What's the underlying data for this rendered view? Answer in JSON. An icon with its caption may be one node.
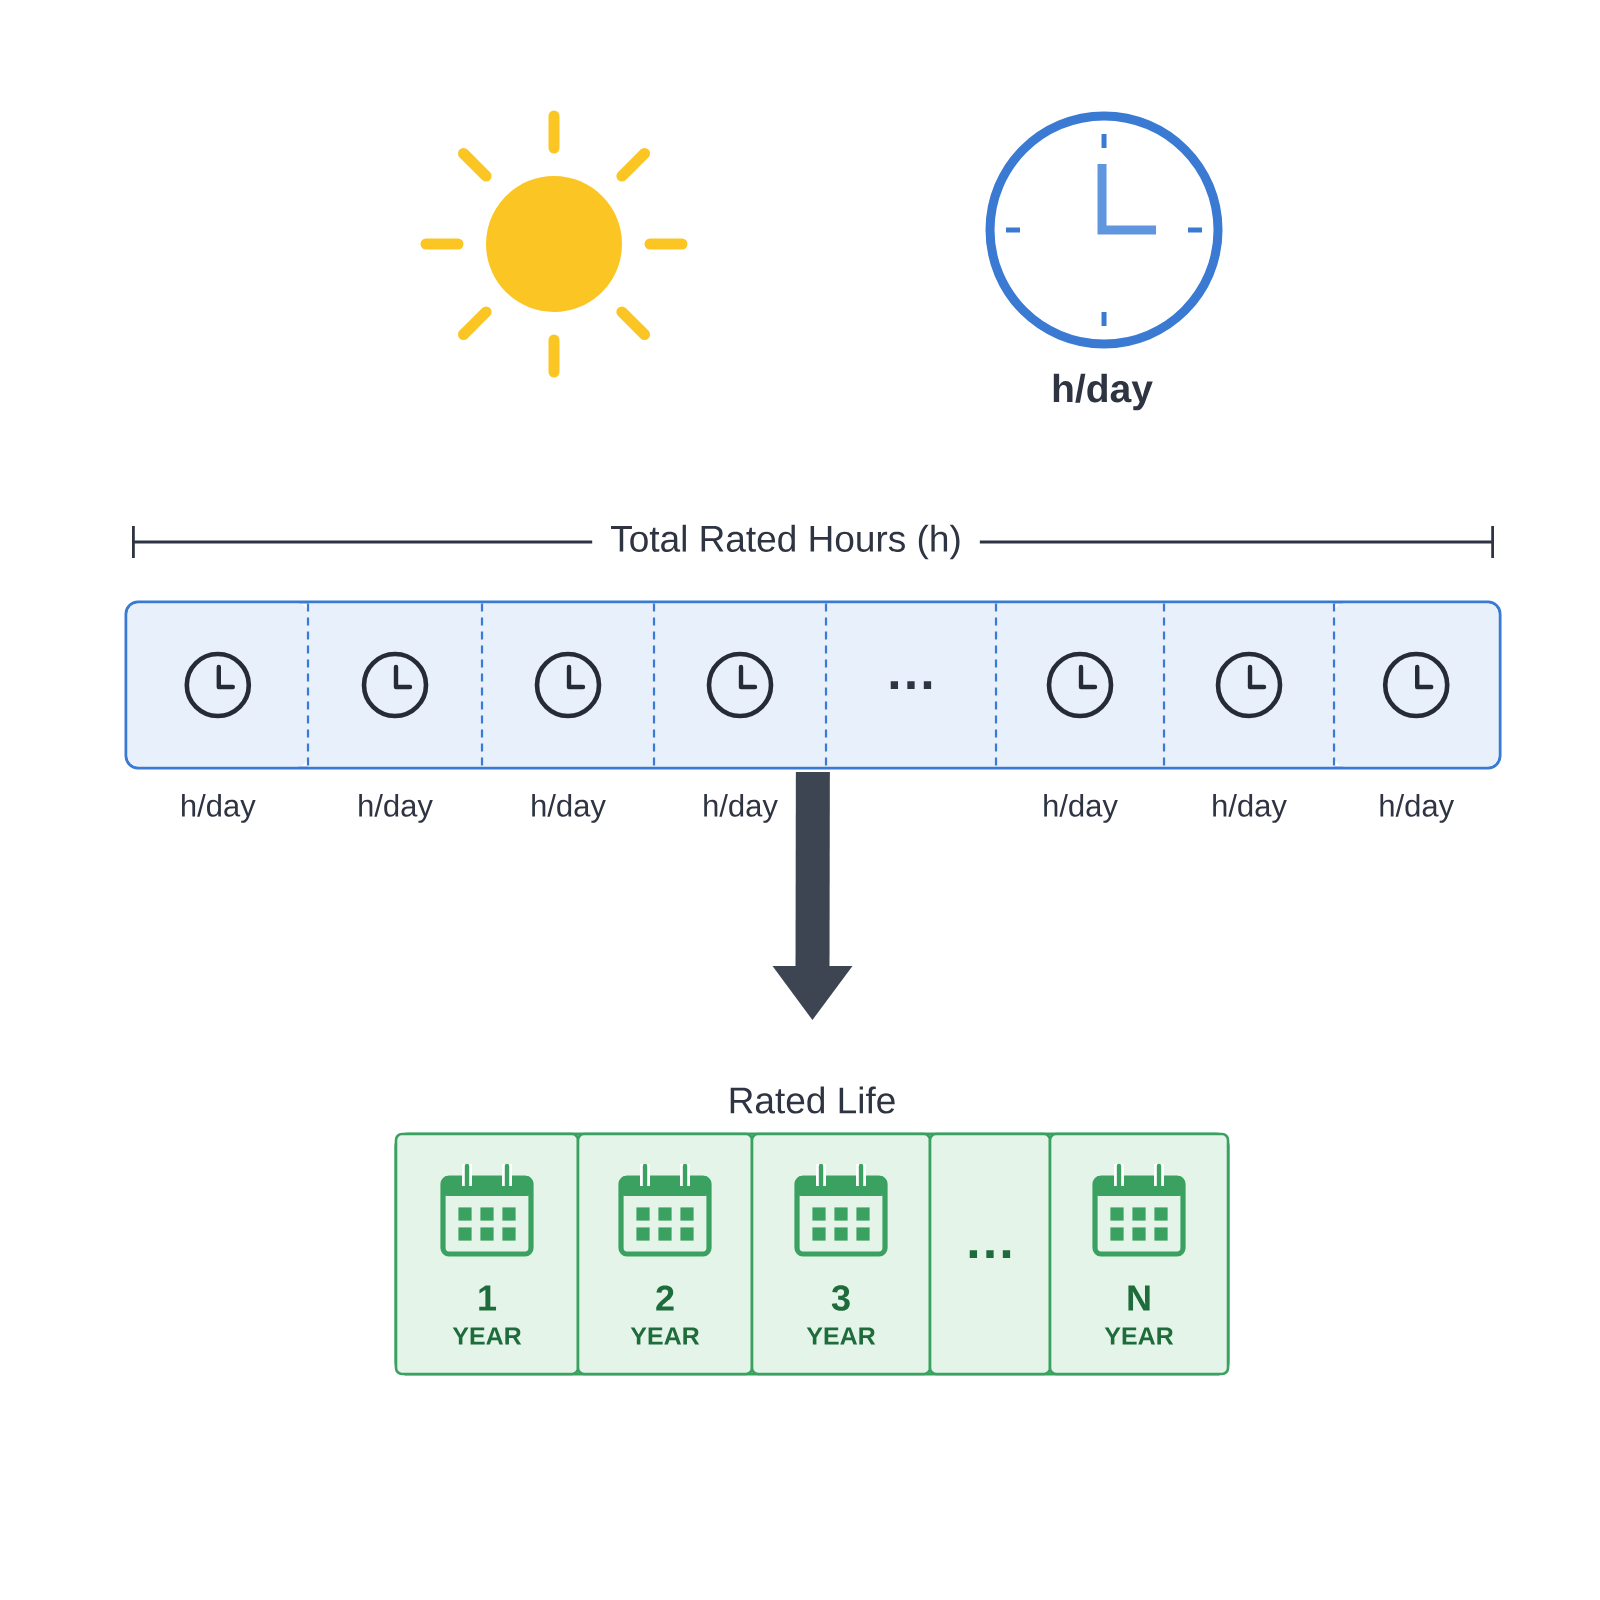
{
  "diagram": {
    "nodes": [
      {
        "text": [],
        "shape": "box"
      },
      {
        "text": [],
        "shape": "box",
        "in": 0,
        "beside": [
          "h/day"
        ]
      },
      {
        "text": [],
        "shape": "box",
        "in": 0,
        "beside": [
          "h/day"
        ]
      },
      {
        "text": [],
        "shape": "box",
        "in": 0,
        "beside": [
          "h/day"
        ]
      },
      {
        "text": [],
        "shape": "box",
        "in": 0,
        "beside": [
          "h/day"
        ]
      },
      {
        "text": [
          "…"
        ],
        "in": 0
      },
      {
        "text": [],
        "shape": "box",
        "in": 0,
        "beside": [
          "h/day"
        ]
      },
      {
        "text": [],
        "shape": "box",
        "in": 0,
        "beside": [
          "h/day"
        ]
      },
      {
        "text": [],
        "shape": "box",
        "in": 0,
        "beside": [
          "h/day"
        ]
      },
      {
        "text": [
          "Rated Life"
        ]
      },
      {
        "text": [
          "1",
          "YEAR"
        ],
        "in": 9
      },
      {
        "text": [
          "2",
          "YEAR"
        ],
        "in": 9
      },
      {
        "text": [
          "3",
          "YEAR"
        ],
        "in": 9
      },
      {
        "text": [
          "…"
        ],
        "in": 9
      },
      {
        "text": [
          "N",
          "YEAR"
        ],
        "in": 9
      }
    ],
    "edges": [
      {
        "from": 0,
        "to": 9,
        "arrow": "to"
      }
    ],
    "labels": [
      "h/day",
      "Total Rated Hours (h)"
    ]
  }
}
